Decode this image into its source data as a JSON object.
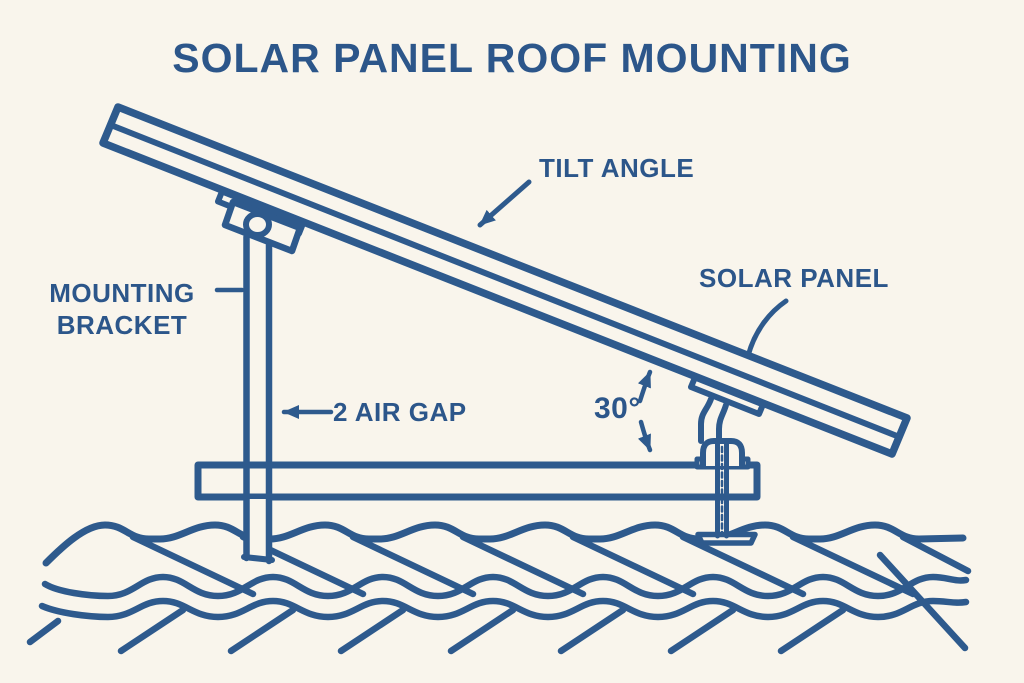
{
  "title": "SOLAR PANEL ROOF MOUNTING",
  "labels": {
    "tilt_angle": "TILT ANGLE",
    "solar_panel": "SOLAR PANEL",
    "mounting_bracket_line1": "MOUNTING",
    "mounting_bracket_line2": "BRACKET",
    "air_gap": "2 AIR GAP",
    "angle_value": "30°"
  },
  "diagram": {
    "type": "technical line illustration",
    "subject": "solar panel mounted above a tiled roof",
    "angle_shown_degrees": 30
  },
  "colors": {
    "background": "#f9f5ec",
    "ink": "#2e5a8d",
    "title": "#2c568a"
  }
}
